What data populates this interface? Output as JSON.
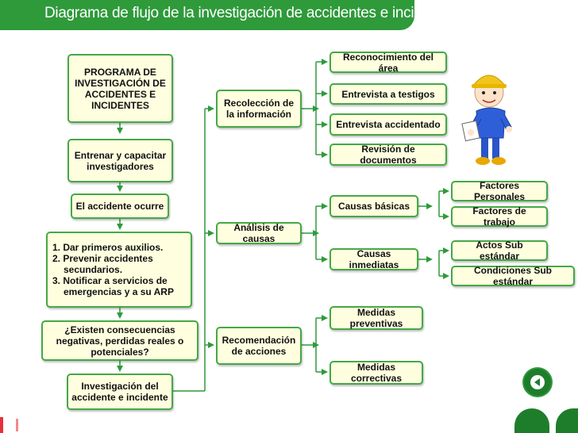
{
  "title": "Diagrama de flujo de la investigación de accidentes e incidentes",
  "flow": {
    "programa": "PROGRAMA DE INVESTIGACIÓN DE ACCIDENTES E INCIDENTES",
    "entrenar": "Entrenar y capacitar investigadores",
    "ocurre": "El accidente ocurre",
    "acciones_1": "1. Dar primeros auxilios.",
    "acciones_2a": "2. Prevenir accidentes",
    "acciones_2b": "secundarios.",
    "acciones_3a": "3. Notificar a servicios de",
    "acciones_3b": "emergencias y a su ARP",
    "consecuencias": "¿Existen consecuencias negativas, perdidas reales o potenciales?",
    "investigacion": "Investigación del accidente e incidente"
  },
  "middle": {
    "recoleccion": "Recolección de la información",
    "analisis": "Análisis de causas",
    "recomendacion": "Recomendación de acciones"
  },
  "right": {
    "reconocimiento": "Reconocimiento del área",
    "testigos": "Entrevista a testigos",
    "accidentado": "Entrevista accidentado",
    "documentos": "Revisión de documentos",
    "basicas": "Causas básicas",
    "inmediatas": "Causas inmediatas",
    "preventivas": "Medidas preventivas",
    "correctivas": "Medidas correctivas"
  },
  "far_right": {
    "personales": "Factores Personales",
    "trabajo": "Factores de trabajo",
    "actos": "Actos Sub estándar",
    "condiciones": "Condiciones Sub estándar"
  },
  "colors": {
    "green": "#2e9a3a",
    "border": "#45a845",
    "box_fill": "#ffffe0",
    "accent_red": "#e8303a"
  },
  "icons": {
    "nav_back": "back-arrow-icon",
    "mascot": "worker-with-helmet-illustration"
  }
}
